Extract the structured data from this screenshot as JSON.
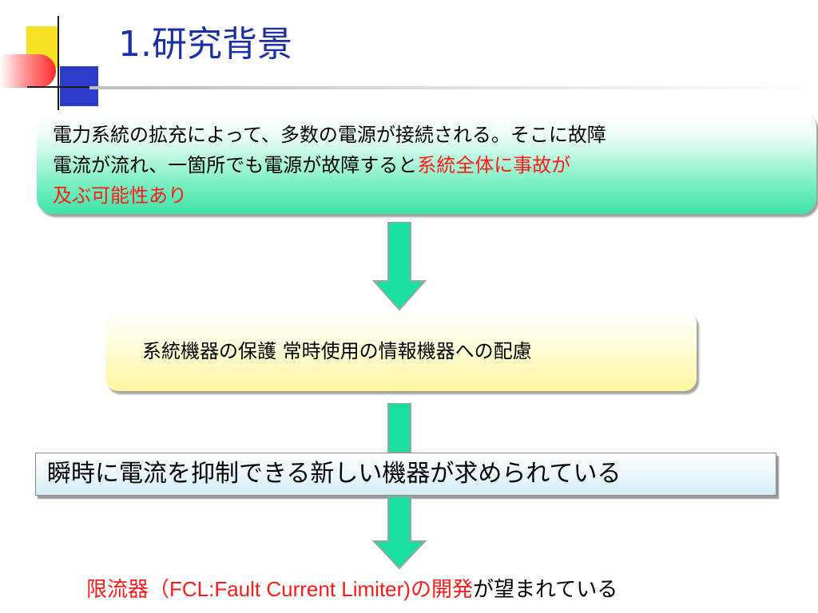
{
  "title": "1.研究背景",
  "box1": {
    "line1": "電力系統の拡充によって、多数の電源が接続される。そこに故障",
    "line2_normal": "電流が流れ、一箇所でも電源が故障すると",
    "line2_red": "系統全体に事故が",
    "line3_red": "及ぶ可能性あり"
  },
  "box2": {
    "text": "系統機器の保護 常時使用の情報機器への配慮"
  },
  "box3": {
    "text": "瞬時に電流を抑制できる新しい機器が求められている"
  },
  "bottom": {
    "red_text": "限流器（FCL:Fault Current Limiter)の開発",
    "normal_text": "が望まれている"
  },
  "colors": {
    "title": "#1c2ea8",
    "emphasis": "#ff1a1a",
    "arrow": "#19e0a0"
  }
}
